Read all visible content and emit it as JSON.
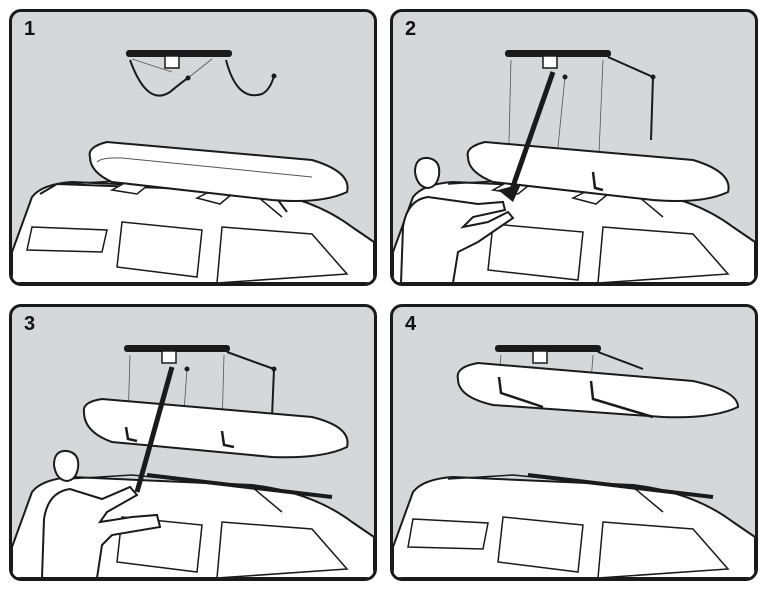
{
  "panels": [
    {
      "number": "1"
    },
    {
      "number": "2"
    },
    {
      "number": "3"
    },
    {
      "number": "4"
    }
  ],
  "colors": {
    "panel_bg": "#d6d7d9",
    "outline": "#1a1a1a",
    "white": "#ffffff"
  },
  "icons": [
    "car-icon",
    "cargo-box-icon",
    "hoist-pulley-icon",
    "person-icon",
    "lift-pole-icon"
  ]
}
